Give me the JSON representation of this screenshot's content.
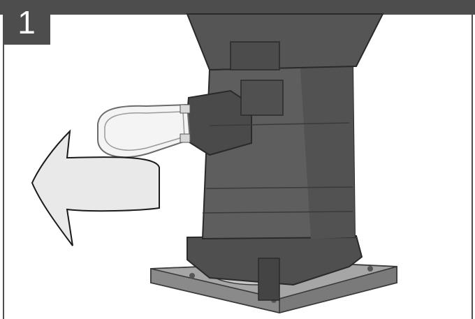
{
  "step": {
    "number": "1"
  },
  "colors": {
    "frame": "#4d4d4d",
    "arrow_fill": "#e8e8e8",
    "tool_body": "#5a5a5a",
    "base_plate": "#8c8c8c",
    "transparent_part": "#f2f2f2"
  },
  "illustration": {
    "subject": "router-motor-housing-on-base",
    "action": "remove-transparent-chip-guard-in-arrow-direction"
  }
}
